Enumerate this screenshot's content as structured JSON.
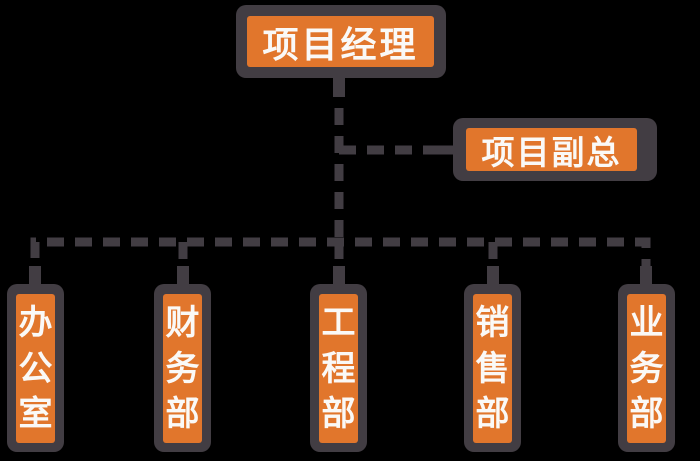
{
  "chart": {
    "type": "org-chart",
    "root": {
      "label": "项目经理"
    },
    "staff": {
      "label": "项目副总"
    },
    "departments": [
      {
        "label": "办公室",
        "chars": [
          "办",
          "公",
          "室"
        ]
      },
      {
        "label": "财务部",
        "chars": [
          "财",
          "务",
          "部"
        ]
      },
      {
        "label": "工程部",
        "chars": [
          "工",
          "程",
          "部"
        ]
      },
      {
        "label": "销售部",
        "chars": [
          "销",
          "售",
          "部"
        ]
      },
      {
        "label": "业务部",
        "chars": [
          "业",
          "务",
          "部"
        ]
      }
    ]
  },
  "colors": {
    "background": "#000000",
    "node_border": "#423d43",
    "node_fill": "#e1762c",
    "connector": "#423d43",
    "text": "#faf9f7"
  }
}
